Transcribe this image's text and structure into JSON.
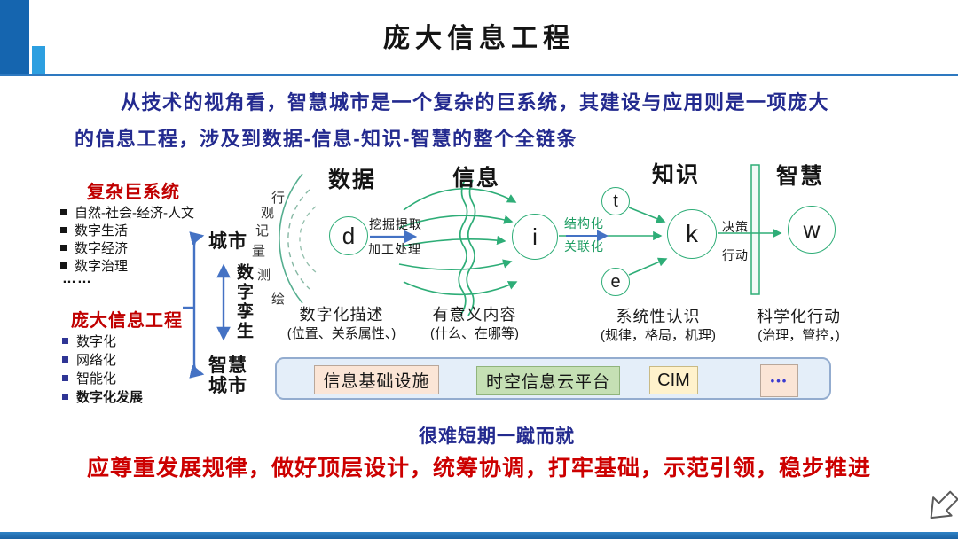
{
  "slide": {
    "title": "庞大信息工程",
    "intro_line1": "从技术的视角看，智慧城市是一个复杂的巨系统，其建设与应用则是一项庞大",
    "intro_line2": "的信息工程，涉及到数据-信息-知识-智慧的整个全链条",
    "note": "很难短期一蹴而就",
    "slogan": "应尊重发展规律，做好顶层设计，统筹协调，打牢基础，示范引领，稳步推进"
  },
  "left_panel": {
    "complex_system": {
      "title": "复杂巨系统",
      "items": [
        "自然-社会-经济-人文",
        "数字生活",
        "数字经济",
        "数字治理"
      ],
      "ellipsis": "……"
    },
    "info_project": {
      "title": "庞大信息工程",
      "items": [
        "数字化",
        "网络化",
        "智能化",
        "数字化发展"
      ]
    }
  },
  "city_mapping": {
    "city": "城市",
    "smart_city_line1": "智慧",
    "smart_city_line2": "城市",
    "digital_twin": "数字孪生",
    "observe_chars": [
      "行",
      "观",
      "记",
      "量",
      "测",
      "绘"
    ]
  },
  "dikw": {
    "columns": [
      {
        "header": "数据",
        "node": "d",
        "caption": "数字化描述",
        "caption_sub": "(位置、关系属性、)"
      },
      {
        "header": "信息",
        "node": "i",
        "caption": "有意义内容",
        "caption_sub": "(什么、在哪等)"
      },
      {
        "header": "知识",
        "node": "k",
        "caption": "系统性认识",
        "caption_sub": "(规律，格局，机理)"
      },
      {
        "header": "智慧",
        "node": "w",
        "caption": "科学化行动",
        "caption_sub": "(治理，管控，)"
      }
    ],
    "aux_nodes": {
      "t": "t",
      "e": "e"
    },
    "edges": {
      "d_i_top": "挖掘提取",
      "d_i_bottom": "加工处理",
      "i_k_top": "结构化",
      "i_k_bottom": "关联化",
      "k_w_top": "决策",
      "k_w_bottom": "行动"
    }
  },
  "platform_bar": {
    "items": [
      {
        "label": "信息基础设施",
        "bg": "#FBE5D6"
      },
      {
        "label": "时空信息云平台",
        "bg": "#C5E0B4"
      },
      {
        "label": "CIM",
        "bg": "#FFF2CC"
      },
      {
        "label": "•••",
        "bg": "#FBE5D6"
      }
    ]
  },
  "colors": {
    "accent_blue": "#4472C4",
    "diagram_green": "#2EAD77",
    "navy_text": "#232A8F",
    "red_text": "#C00000",
    "header_dark_blue": "#1565AF",
    "header_light_blue": "#2D9FE0"
  }
}
